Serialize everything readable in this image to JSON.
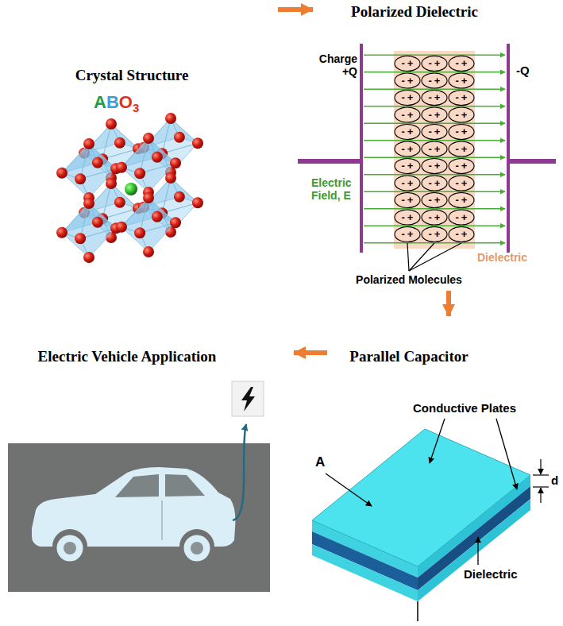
{
  "diagram": {
    "nodes": [
      {
        "text": [
          "Crystal Structure"
        ]
      },
      {
        "text": [
          "Polarized Dielectric"
        ]
      },
      {
        "text": [
          "Parallel Capacitor"
        ]
      },
      {
        "text": [
          "Electric Vehicle Application"
        ]
      }
    ],
    "edges": [
      {
        "from": 0,
        "to": 1,
        "arrow": "to"
      },
      {
        "from": 1,
        "to": 2,
        "arrow": "to"
      },
      {
        "from": 2,
        "to": 3,
        "arrow": "to"
      }
    ],
    "labels": [
      "ABO3",
      "Charge +Q",
      "-Q",
      "Electric Field, E",
      "Dielectric",
      "Polarized Molecules",
      "Conductive Plates",
      "A",
      "d",
      "Dielectric",
      "-+",
      "-+",
      "-+",
      "-+",
      "-+",
      "-+",
      "-+",
      "-+",
      "-+",
      "-+",
      "-+",
      "-+",
      "-+",
      "-+",
      "-+",
      "-+",
      "-+",
      "-+",
      "-+",
      "-+",
      "-+",
      "-+",
      "-+",
      "-+",
      "-+",
      "-+",
      "-+",
      "-+",
      "-+",
      "-+",
      "-+",
      "-+",
      "-+"
    ]
  }
}
